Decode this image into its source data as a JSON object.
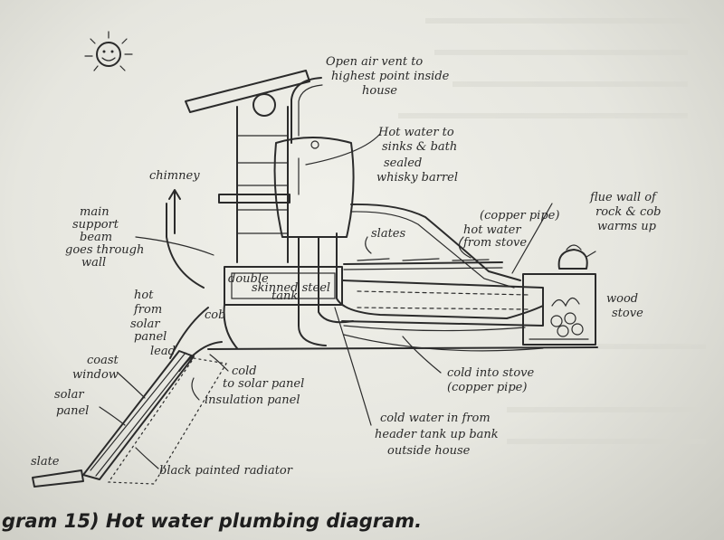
{
  "caption": "gram 15) Hot water plumbing diagram.",
  "labels": {
    "vent": [
      "Open air vent to",
      "highest point inside",
      "house"
    ],
    "hot_sinks": [
      "Hot water to",
      "sinks & bath"
    ],
    "barrel": [
      "sealed",
      "whisky barrel"
    ],
    "chimney": "chimney",
    "beam": [
      "main",
      "support",
      "beam",
      "goes through",
      "wall"
    ],
    "copper_pipe_top": "(copper pipe)",
    "hot_from_stove": [
      "hot water",
      "from stove"
    ],
    "flue_wall": [
      "flue wall of",
      "rock & cob",
      "warms up"
    ],
    "slates": "slates",
    "double_skin": [
      "double",
      "skinned steel",
      "tank"
    ],
    "hot_solar": [
      "hot",
      "from",
      "solar",
      "panel"
    ],
    "lead": "lead",
    "cob": "cob",
    "wood_stove": [
      "wood",
      "stove"
    ],
    "coast_window": [
      "coast",
      "window"
    ],
    "cold_solar": [
      "cold",
      "to solar panel"
    ],
    "cold_stove": [
      "cold into stove",
      "(copper pipe)"
    ],
    "solar_panel": [
      "solar",
      "panel"
    ],
    "insulation": "insulation panel",
    "cold_header": [
      "cold water in from",
      "header tank up bank",
      "outside house"
    ],
    "slate": "slate",
    "radiator": "black painted radiator"
  }
}
